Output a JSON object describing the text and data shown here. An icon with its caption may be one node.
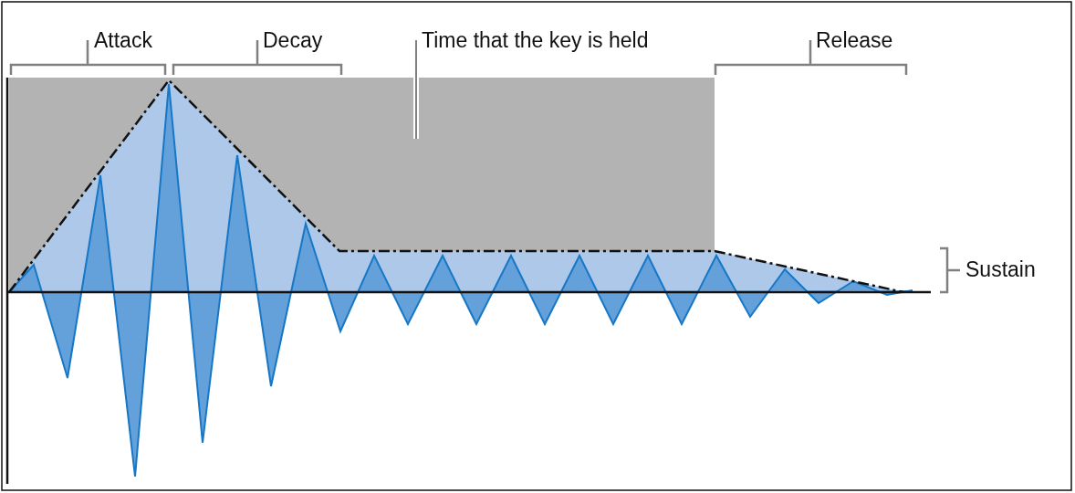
{
  "diagram": {
    "labels": [
      "Attack",
      "Decay",
      "Time that the key is held",
      "Release",
      "Sustain"
    ]
  }
}
